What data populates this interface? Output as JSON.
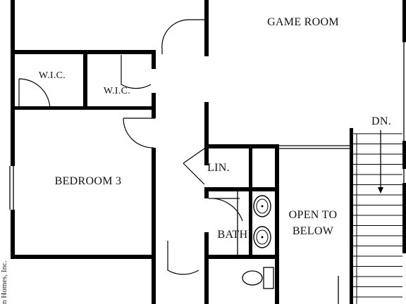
{
  "rooms": {
    "game_room": "GAME ROOM",
    "wic_left": "W.I.C.",
    "wic_right": "W.I.C.",
    "bedroom_3": "BEDROOM 3",
    "linen": "LIN.",
    "bath": "BATH",
    "open_to_below_line1": "OPEN TO",
    "open_to_below_line2": "BELOW",
    "stairs_down": "DN."
  },
  "credit": "n Homes, Inc.",
  "colors": {
    "wall": "#000000",
    "background": "#ffffff"
  }
}
